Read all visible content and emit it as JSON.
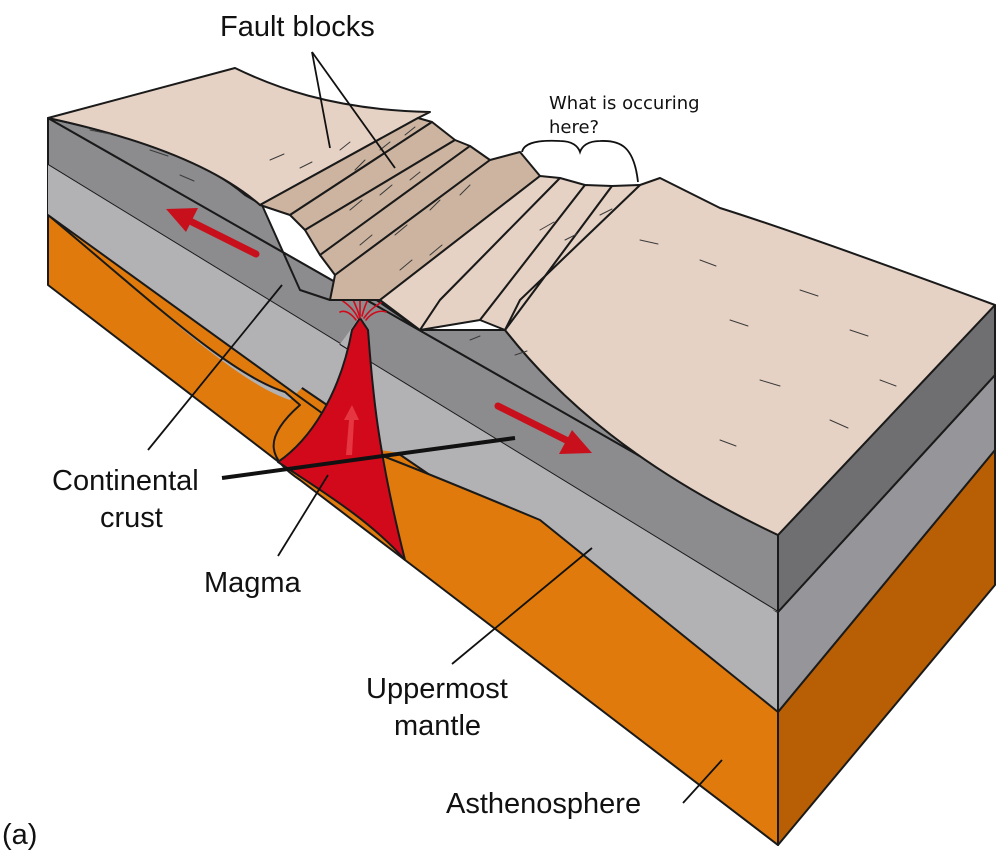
{
  "labels": {
    "fault_blocks": "Fault blocks",
    "annotation_line1": "What is occuring",
    "annotation_line2": "here?",
    "continental_crust_line1": "Continental",
    "continental_crust_line2": "crust",
    "magma": "Magma",
    "uppermost_mantle_line1": "Uppermost",
    "uppermost_mantle_line2": "mantle",
    "asthenosphere": "Asthenosphere",
    "panel": "(a)"
  },
  "colors": {
    "surface": "#e6d2c4",
    "surface_shade": "#cdb4a0",
    "crust": "#8c8c8f",
    "crust_dark": "#6f6f72",
    "mantle": "#b2b2b5",
    "mantle_dark": "#96969a",
    "asthenosphere": "#e07a0c",
    "asthenosphere_dark": "#b85f05",
    "magma": "#d2091a",
    "arrow": "#c8101c"
  }
}
